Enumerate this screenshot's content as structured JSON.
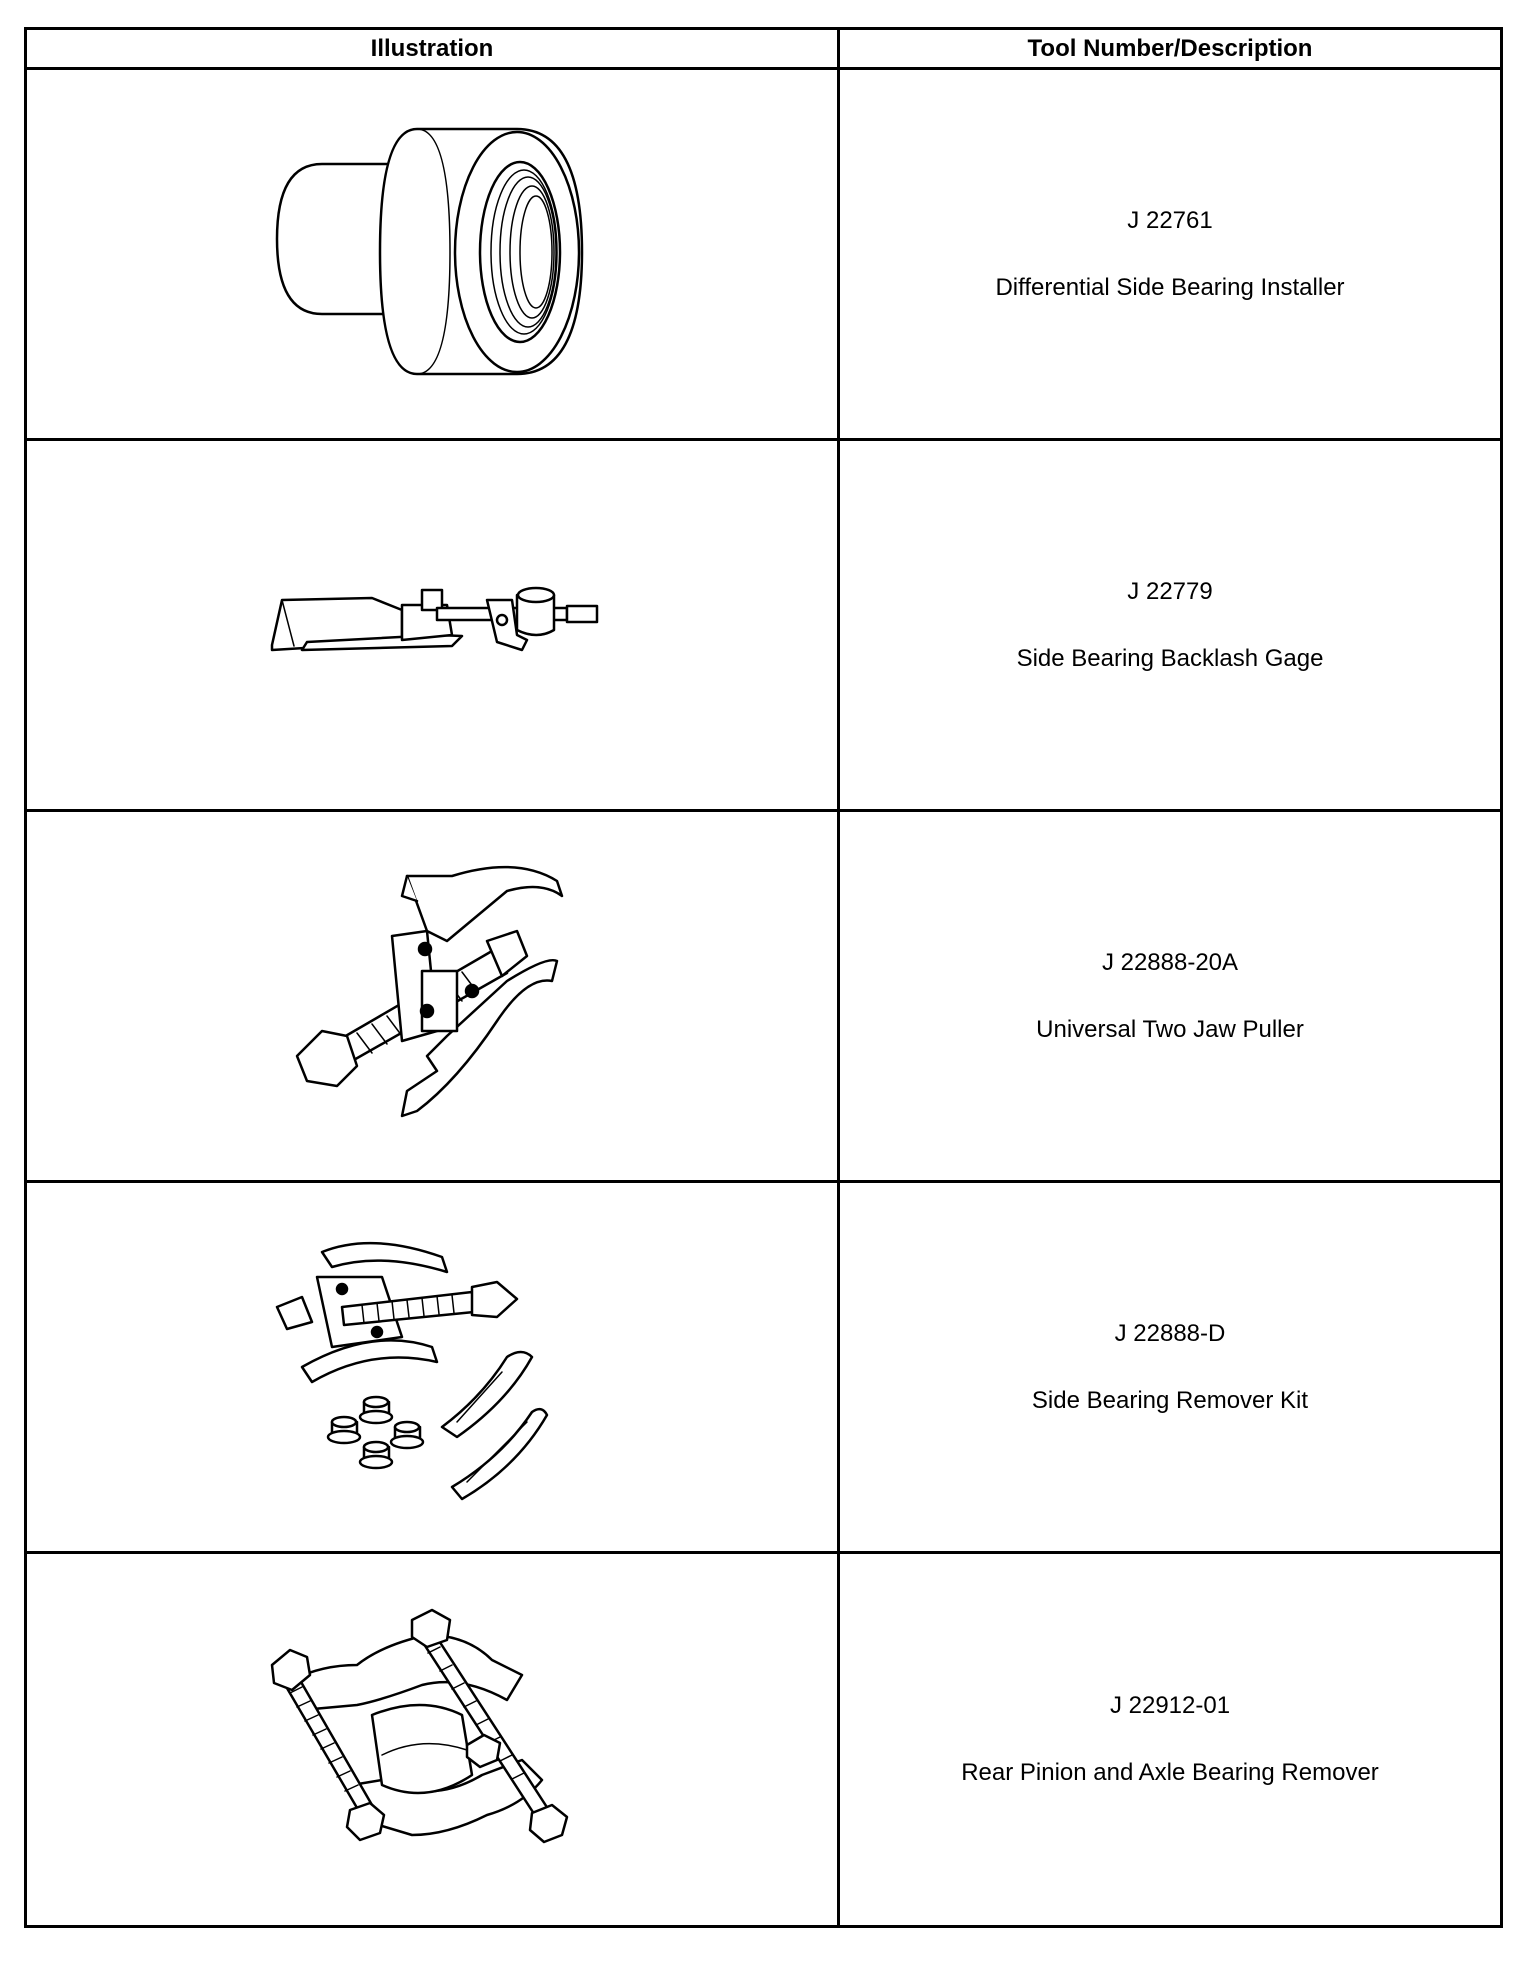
{
  "table": {
    "headers": {
      "illustration": "Illustration",
      "tool": "Tool Number/Description"
    },
    "rows": [
      {
        "tool_number": "J 22761",
        "description": "Differential Side Bearing Installer",
        "icon": "bearing-installer-icon"
      },
      {
        "tool_number": "J 22779",
        "description": "Side Bearing Backlash Gage",
        "icon": "backlash-gage-icon"
      },
      {
        "tool_number": "J 22888-20A",
        "description": "Universal Two Jaw Puller",
        "icon": "two-jaw-puller-icon"
      },
      {
        "tool_number": "J 22888-D",
        "description": "Side Bearing Remover Kit",
        "icon": "bearing-remover-kit-icon"
      },
      {
        "tool_number": "J 22912-01",
        "description": "Rear Pinion and Axle Bearing Remover",
        "icon": "bearing-separator-icon"
      }
    ]
  }
}
